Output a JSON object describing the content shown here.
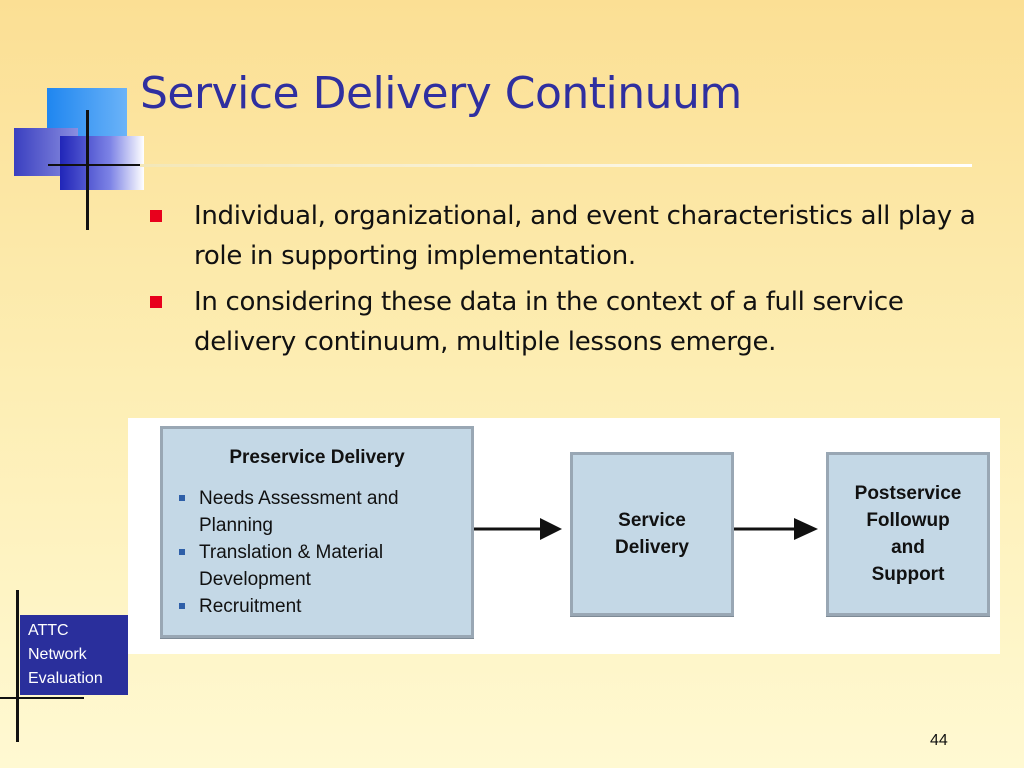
{
  "slide": {
    "title": "Service Delivery Continuum",
    "bullets": [
      "Individual, organizational, and event characteristics all play a role in supporting implementation.",
      "In considering these data in the context of a full service delivery continuum, multiple lessons emerge."
    ],
    "page_number": "44",
    "colors": {
      "title": "#2f2fa0",
      "bullet": "#e8001c",
      "footer_box": "#2a2f9c",
      "diagram_box": "#c4d8e6"
    }
  },
  "diagram": {
    "preservice": {
      "title": "Preservice Delivery",
      "items": [
        "Needs Assessment and Planning",
        "Translation & Material Development",
        "Recruitment"
      ]
    },
    "service": {
      "label": "Service\nDelivery"
    },
    "postservice": {
      "label": "Postservice\nFollowup\nand\nSupport"
    }
  },
  "footer": {
    "lines": [
      "ATTC",
      "Network",
      "Evaluation"
    ]
  }
}
